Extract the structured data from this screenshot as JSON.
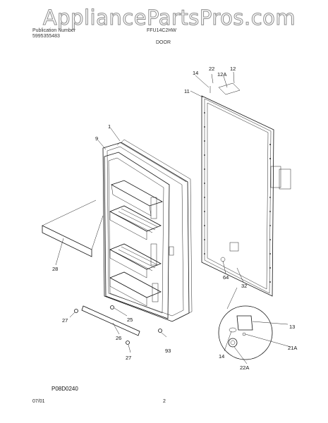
{
  "header": {
    "publication_label": "Publication Number",
    "publication_number": "5995355483",
    "model": "FFU14C2HW",
    "section": "DOOR"
  },
  "watermark": "AppliancePartsPros.com",
  "diagram_code": "P08D0240",
  "footer": {
    "date": "07/01",
    "page": "2"
  },
  "callouts": [
    "22",
    "14",
    "12A",
    "12",
    "11",
    "1",
    "9",
    "28",
    "64",
    "32",
    "27",
    "25",
    "26",
    "13",
    "14",
    "21A",
    "93",
    "27",
    "22A"
  ]
}
